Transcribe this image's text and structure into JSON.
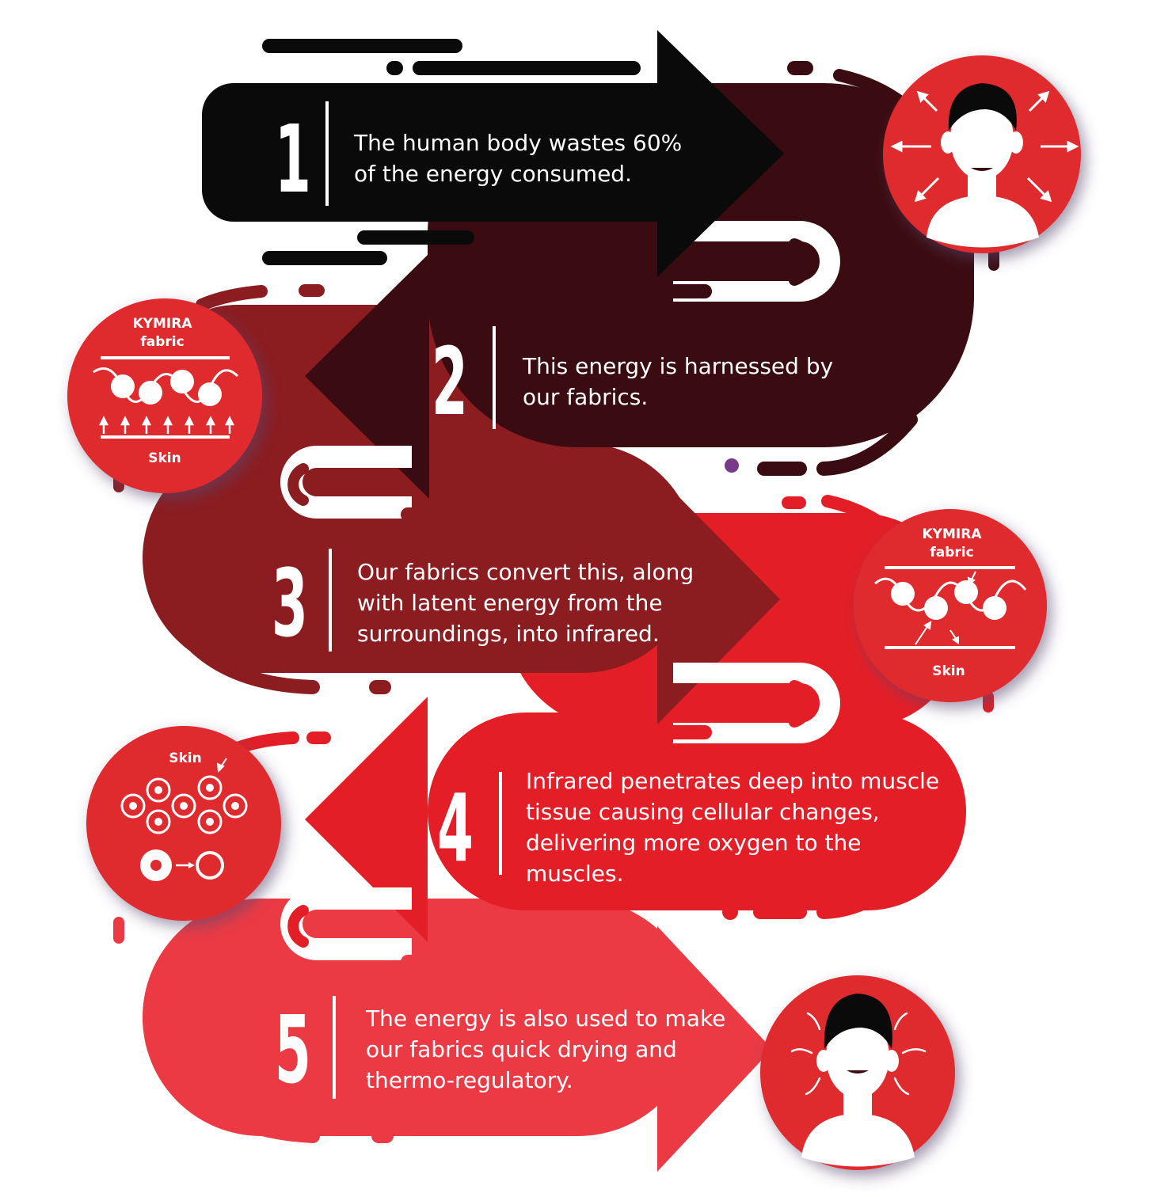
{
  "colors": {
    "black": "#0a0a0a",
    "dark_maroon": "#3a0b10",
    "maroon": "#8b1c20",
    "red": "#e31e26",
    "light_red": "#eb3a44",
    "circle_red": "#df2a2f"
  },
  "steps": [
    {
      "number": "1",
      "lines": [
        "The human body wastes 60%",
        "of the energy consumed."
      ]
    },
    {
      "number": "2",
      "lines": [
        "This energy is harnessed by",
        "our fabrics."
      ]
    },
    {
      "number": "3",
      "lines": [
        "Our fabrics convert this, along",
        "with latent energy from the",
        "surroundings, into infrared."
      ]
    },
    {
      "number": "4",
      "lines": [
        "Infrared penetrates deep into muscle",
        "tissue causing cellular changes,",
        "delivering more oxygen to the",
        "muscles."
      ]
    },
    {
      "number": "5",
      "lines": [
        "The energy is also used to make",
        "our fabrics quick drying and",
        "thermo-regulatory."
      ]
    }
  ],
  "icons": {
    "icon1": {
      "name": "person-radiating-heat-icon"
    },
    "icon2": {
      "brand": "KYMIRA",
      "material": "fabric",
      "layer": "Skin"
    },
    "icon3": {
      "brand": "KYMIRA",
      "material": "fabric",
      "layer": "Skin"
    },
    "icon4": {
      "layer": "Skin",
      "name": "cells-icon"
    },
    "icon5": {
      "name": "person-regulated-icon"
    }
  }
}
